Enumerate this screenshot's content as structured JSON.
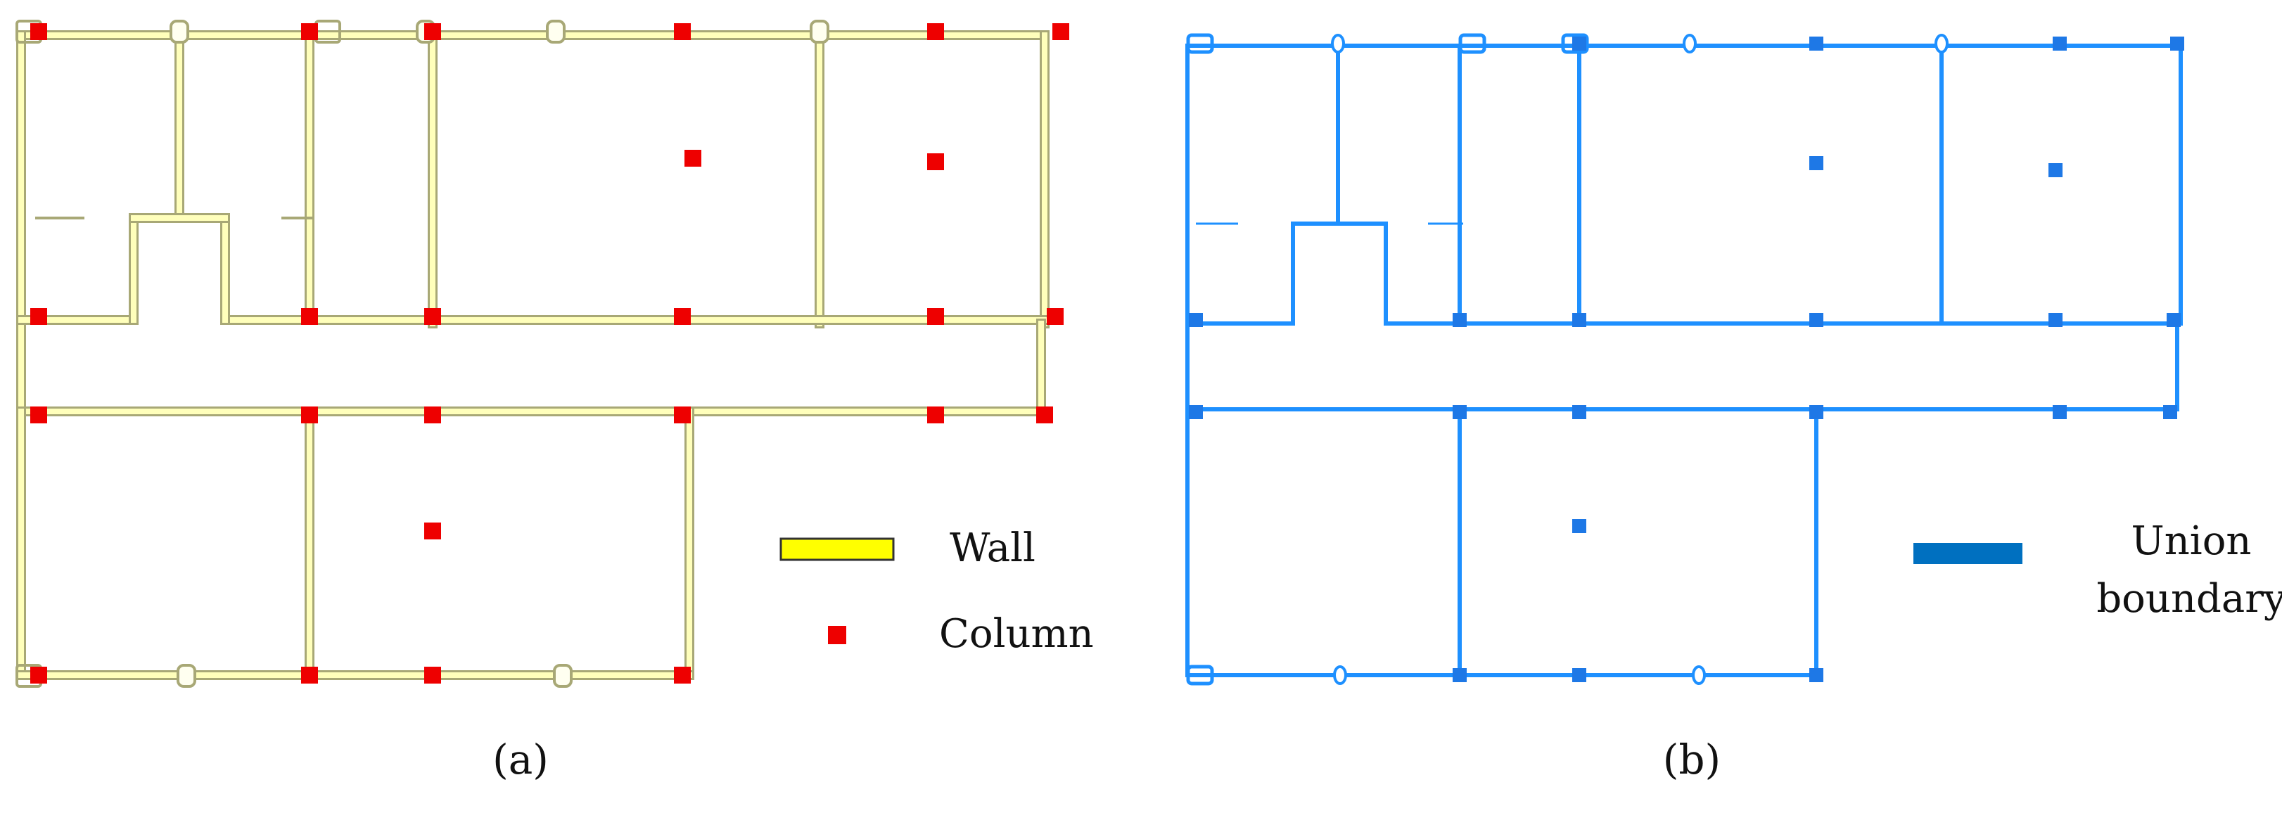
{
  "panels": [
    {
      "caption": "(a)",
      "legend": [
        {
          "label": "Wall",
          "color": "#ffff00"
        },
        {
          "label": "Column",
          "color": "#ff0000"
        }
      ],
      "colors": {
        "wall_fill": "#ffffbb",
        "wall_edge": "#a8a876",
        "column": "#ee0000"
      }
    },
    {
      "caption": "(b)",
      "legend": [
        {
          "label": "Union",
          "label2": "boundary",
          "color": "#0070c0"
        }
      ],
      "colors": {
        "line": "#1e90ff",
        "column": "#1e78e6",
        "legend_swatch": "#0070c0"
      }
    }
  ]
}
